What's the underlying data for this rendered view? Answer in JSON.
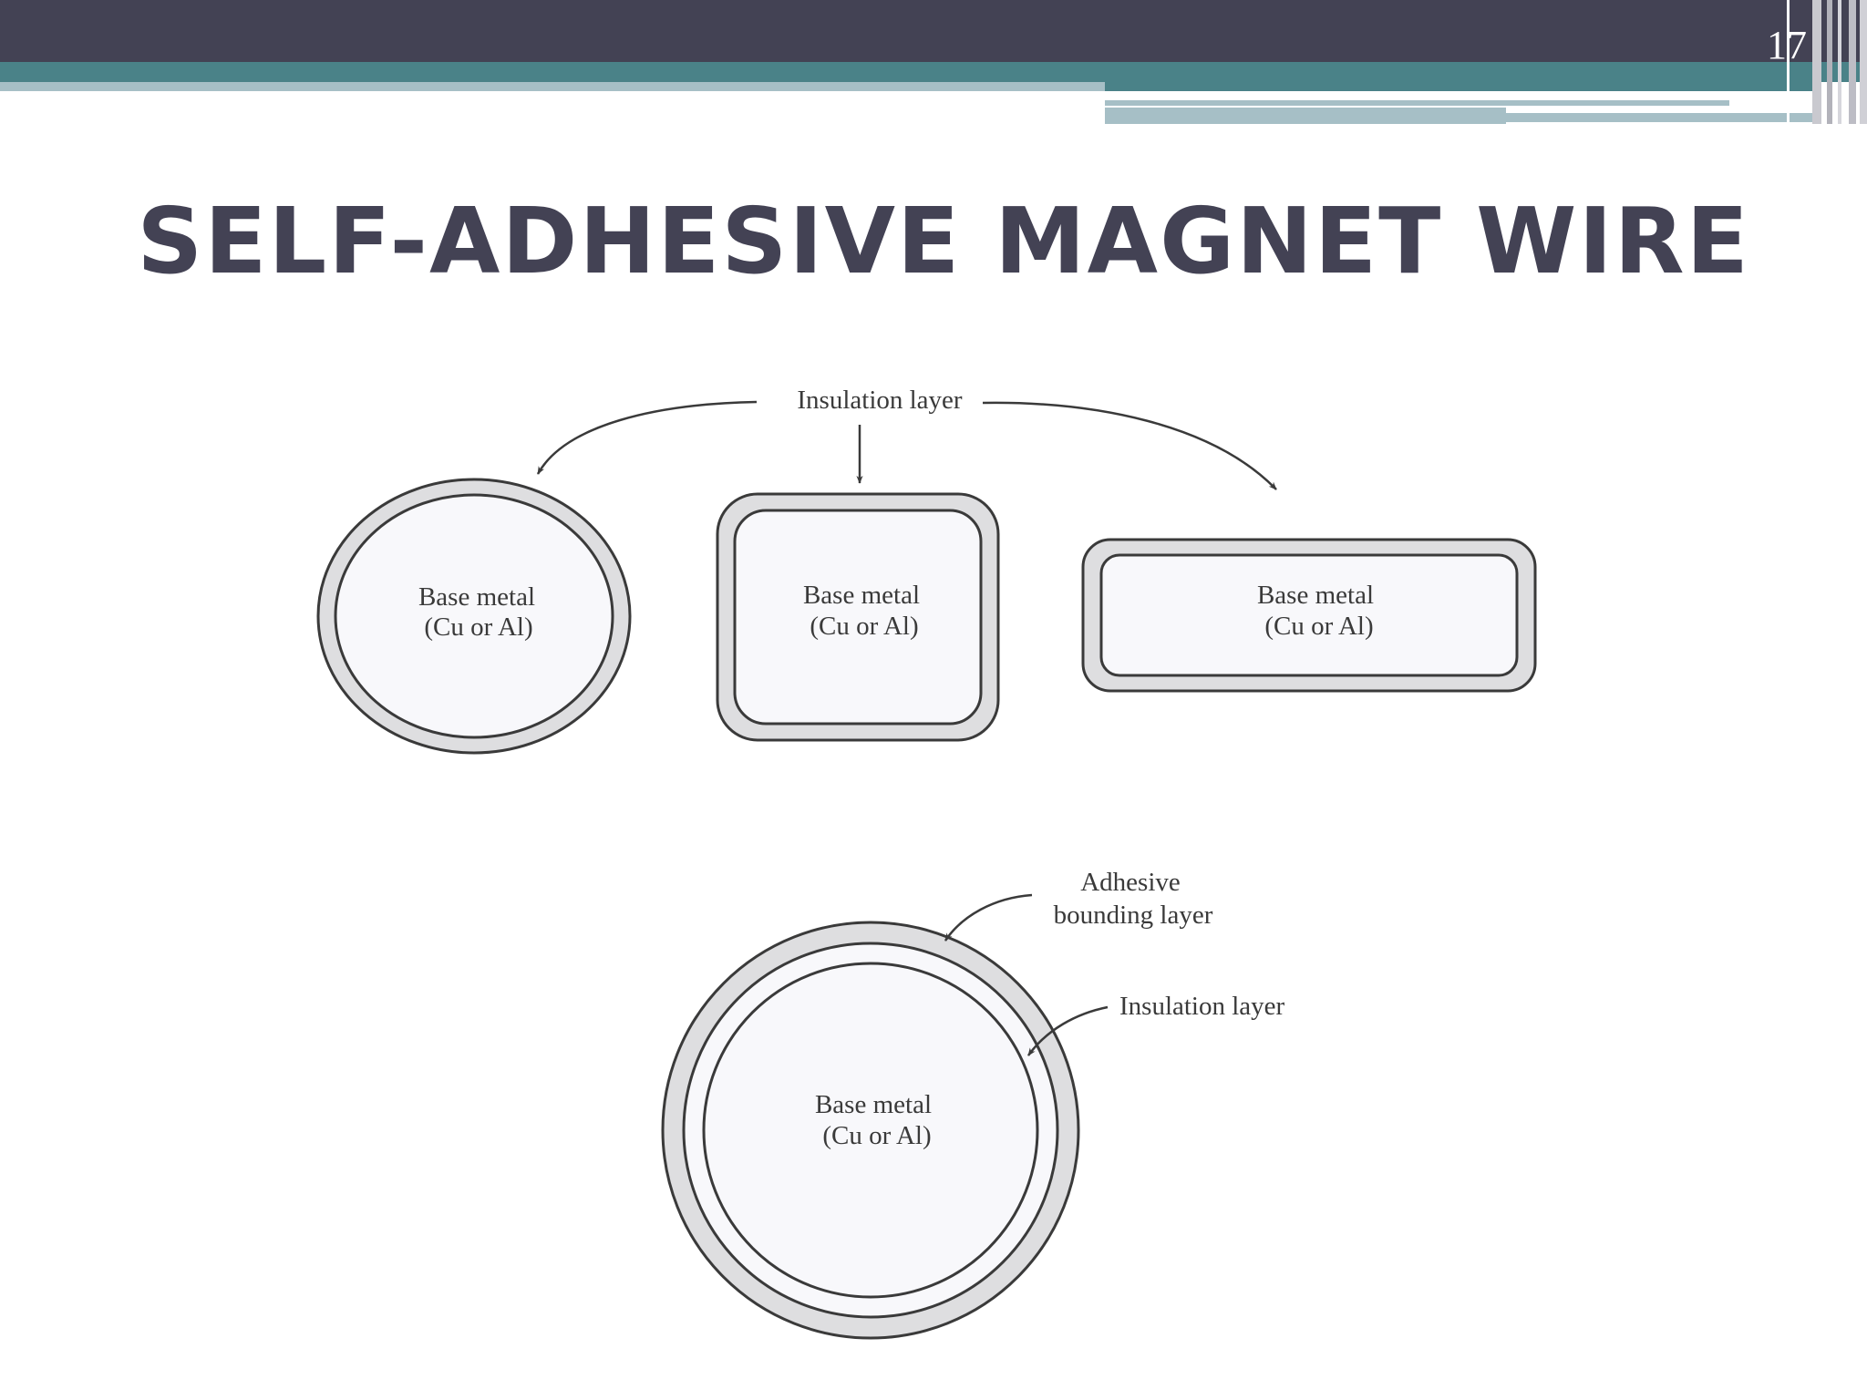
{
  "slide": {
    "page_number": "17",
    "title": "SELF-ADHESIVE MAGNET WIRE",
    "colors": {
      "header": "#434254",
      "teal": "#4a8288",
      "pale_teal": "#a6bfc6",
      "layer_fill": "#dedee0",
      "core_fill": "#f8f8fb",
      "outline": "#3a3a3a"
    }
  },
  "diagram": {
    "top_label": "Insulation layer",
    "shapes": [
      {
        "line1": "Base metal",
        "line2": "(Cu or Al)"
      },
      {
        "line1": "Base metal",
        "line2": "(Cu or Al)"
      },
      {
        "line1": "Base metal",
        "line2": "(Cu or Al)"
      }
    ],
    "bottom": {
      "adhesive_line1": "Adhesive",
      "adhesive_line2": "bounding layer",
      "insulation_label": "Insulation layer",
      "core_line1": "Base metal",
      "core_line2": "(Cu or Al)"
    }
  }
}
